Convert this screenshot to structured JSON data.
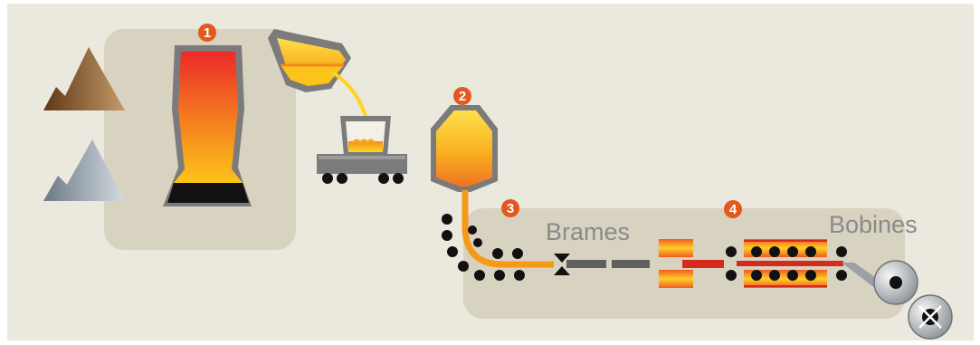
{
  "diagram": {
    "colors": {
      "background": "#ebe8de",
      "panel": "#d8d2c0",
      "badge": "#e2581d",
      "label": "#8a8a8a",
      "slab": "#5f5f5f",
      "hot_strip": "#d42b1e",
      "molten": "#f59a18"
    },
    "steps": [
      {
        "number": "1"
      },
      {
        "number": "2"
      },
      {
        "number": "3"
      },
      {
        "number": "4"
      }
    ],
    "labels": {
      "slabs": "Brames",
      "coils": "Bobines"
    },
    "icons": [
      "iron-ore-pile-icon",
      "coke-pile-icon",
      "blast-furnace-icon",
      "ladle-icon",
      "torpedo-car-icon",
      "converter-icon",
      "continuous-caster-icon",
      "reheating-furnace-icon",
      "hot-rolling-mill-icon",
      "steel-coil-icon"
    ]
  }
}
